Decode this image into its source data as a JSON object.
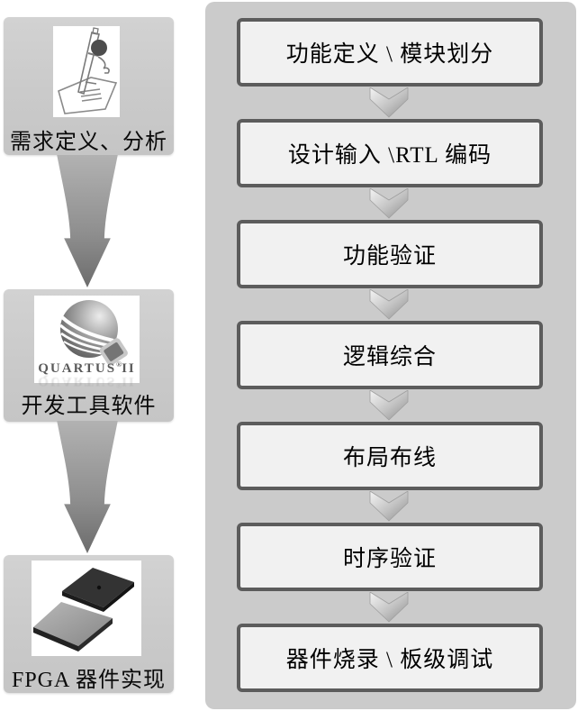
{
  "left_panel": {
    "items": [
      {
        "label": "需求定义、分析",
        "icon": "pencil-sketch-icon"
      },
      {
        "label": "开发工具软件",
        "icon": "quartus-ii-logo",
        "logo": {
          "name": "QUARTUS",
          "reg": "®",
          "suffix": "II"
        }
      },
      {
        "label": "FPGA 器件实现",
        "icon": "fpga-chips-image"
      }
    ]
  },
  "flow_panel": {
    "steps": [
      {
        "label": "功能定义 \\ 模块划分"
      },
      {
        "label": "设计输入 \\RTL 编码"
      },
      {
        "label": "功能验证"
      },
      {
        "label": "逻辑综合"
      },
      {
        "label": "布局布线"
      },
      {
        "label": "时序验证"
      },
      {
        "label": "器件烧录 \\ 板级调试"
      }
    ]
  },
  "colors": {
    "panel_bg": "#cbcbcb",
    "left_box_bg": "#cdcdcd",
    "flow_box_bg": "#f1f1f1",
    "flow_box_border": "#5c5c5c",
    "arrow_gray": "#8a8a8a",
    "text": "#000000"
  }
}
